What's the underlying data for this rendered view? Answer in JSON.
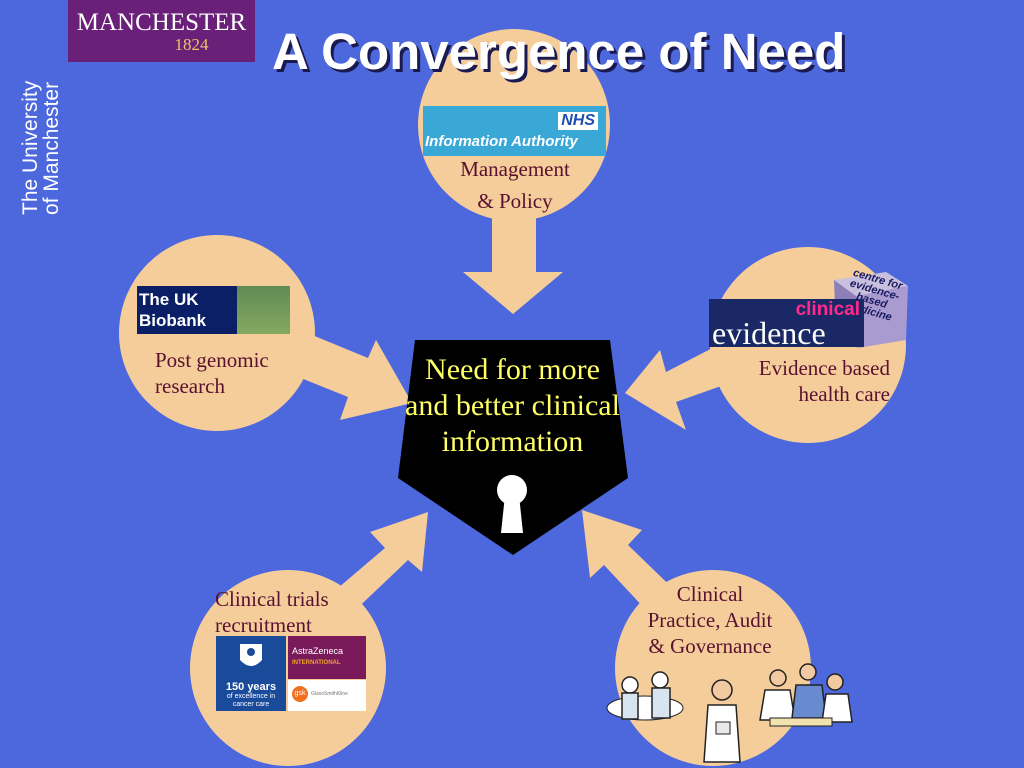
{
  "logo": {
    "name": "MANCHESTER",
    "year": "1824"
  },
  "university": {
    "line1": "The University",
    "line2": "of Manchester"
  },
  "title": "A Convergence of Need",
  "center": {
    "line1": "Need for more",
    "line2": "and better clinical",
    "line3": "information"
  },
  "nodes": {
    "top": {
      "badge": "NHS",
      "org": "Information Authority",
      "line1": "Management",
      "line2": "& Policy"
    },
    "left": {
      "logo_line1": "The UK",
      "logo_line2": "Biobank",
      "line1": "Post genomic",
      "line2": "research"
    },
    "right": {
      "logo_word1": "clinical",
      "logo_word2": "evidence",
      "cube_text": "centre for evidence-based medicine",
      "line1": "Evidence based",
      "line2": "health care"
    },
    "bottom_left": {
      "line1": "Clinical trials",
      "line2": "recruitment",
      "christie_big": "150 years",
      "christie_sub1": "of excellence in",
      "christie_sub2": "cancer care",
      "az_name": "AstraZeneca",
      "az_sub": "INTERNATIONAL",
      "gsk_badge": "gsk",
      "gsk_name": "GlaxoSmithKline"
    },
    "bottom_right": {
      "line1": "Clinical",
      "line2": "Practice, Audit",
      "line3": "& Governance"
    }
  },
  "colors": {
    "background": "#4d67dc",
    "circle": "#f4cd9b",
    "label": "#5a1030",
    "center_text": "#ffff66",
    "logo_bg": "#6a1f79"
  }
}
